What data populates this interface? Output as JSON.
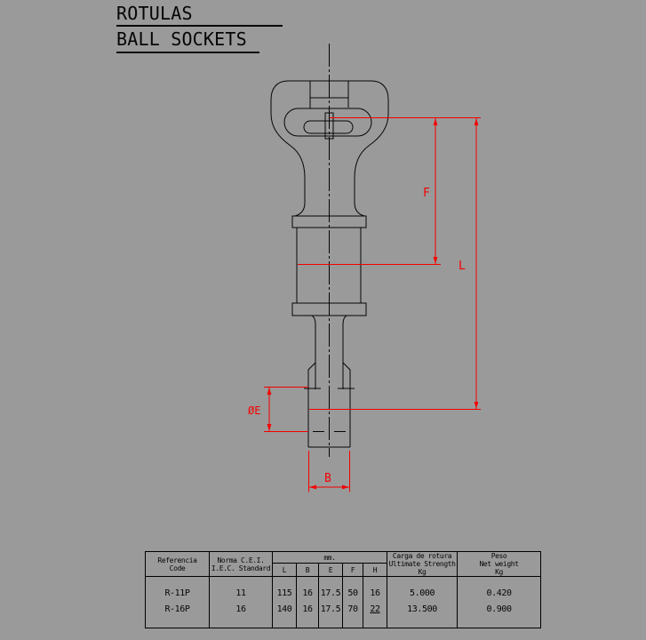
{
  "title": {
    "line1": "ROTULAS",
    "line2": "BALL SOCKETS"
  },
  "drawing": {
    "labels": {
      "f": "F",
      "l": "L",
      "oe": "ØE",
      "b": "B"
    }
  },
  "colors": {
    "background": "#9a9a9a",
    "line": "#050505",
    "dimension_red": "#f40000"
  },
  "table": {
    "headers": {
      "referencia": "Referencia",
      "code": "Code",
      "norma": "Norma C.E.I.",
      "iec": "I.E.C. Standard",
      "mm": "mm.",
      "sub": [
        "L",
        "B",
        "E",
        "F",
        "H"
      ],
      "carga": "Carga de rotura",
      "ultimate": "Ultimate Strength",
      "kg1": "Kg",
      "peso": "Peso",
      "net": "Net weight",
      "kg2": "Kg"
    },
    "rows": [
      {
        "code": "R-11P",
        "std": "11",
        "L": "115",
        "B": "16",
        "E": "17.5",
        "F": "50",
        "H": "16",
        "strength": "5.000",
        "weight": "0.420"
      },
      {
        "code": "R-16P",
        "std": "16",
        "L": "140",
        "B": "16",
        "E": "17.5",
        "F": "70",
        "H": "22",
        "strength": "13.500",
        "weight": "0.900"
      }
    ]
  }
}
